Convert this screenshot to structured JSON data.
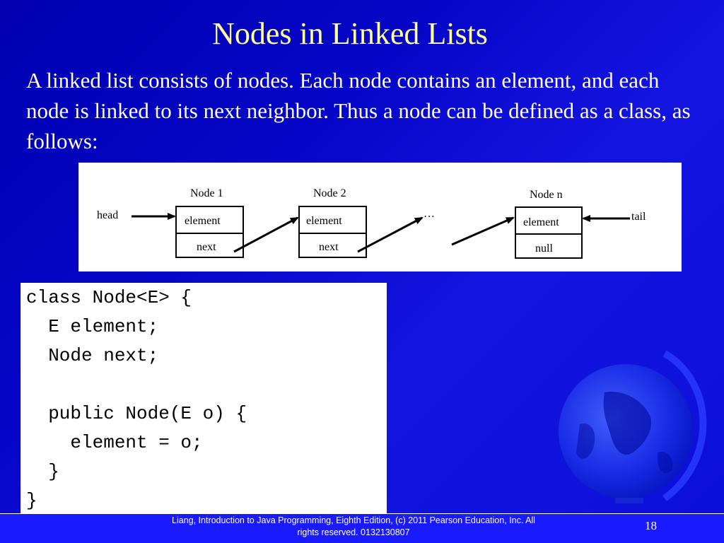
{
  "slide": {
    "title": "Nodes in Linked Lists",
    "intro": "A linked list consists of nodes. Each node contains an element, and each node is linked to its next neighbor. Thus a node can be defined as a class, as follows:",
    "page_number": "18"
  },
  "diagram": {
    "head_label": "head",
    "tail_label": "tail",
    "ellipsis": "…",
    "nodes": [
      {
        "title": "Node 1",
        "element": "element",
        "next": "next"
      },
      {
        "title": "Node 2",
        "element": "element",
        "next": "next"
      },
      {
        "title": "Node n",
        "element": "element",
        "next": "null"
      }
    ]
  },
  "code": {
    "lines": [
      "class Node<E> {",
      "  E element;",
      "  Node next;",
      "",
      "  public Node(E o) {",
      "    element = o;",
      "  }",
      "}"
    ]
  },
  "footer": {
    "line1": "Liang, Introduction to Java Programming, Eighth Edition, (c) 2011 Pearson Education, Inc. All",
    "line2": "rights reserved. 0132130807"
  },
  "colors": {
    "background": "#0a0ad0",
    "title": "#ffff99",
    "body_text": "#ffffff",
    "footer_bar": "#1a1aff"
  },
  "icons": {
    "decoration": "globe-icon"
  }
}
